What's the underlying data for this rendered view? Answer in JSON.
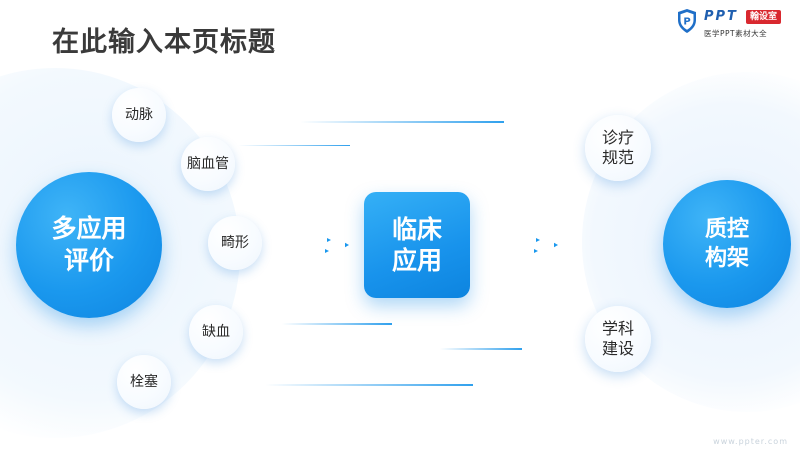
{
  "title": "在此输入本页标题",
  "logo": {
    "brand": "PPT",
    "badge": "翰设室",
    "subtitle": "医学PPT素材大全"
  },
  "watermark": "www.ppter.com",
  "colors": {
    "primary": "#1a98ee",
    "title_text": "#3a3a3a",
    "small_circle_text": "#2a2a2a",
    "badge_red": "#d9282f"
  },
  "diagram": {
    "left_main": {
      "label": "多应用评价"
    },
    "left_items": [
      {
        "label": "动脉"
      },
      {
        "label": "脑血管"
      },
      {
        "label": "畸形"
      },
      {
        "label": "缺血"
      },
      {
        "label": "栓塞"
      }
    ],
    "center": {
      "label": "临床应用"
    },
    "right_main": {
      "label": "质控构架"
    },
    "right_items": [
      {
        "label": "诊疗规范"
      },
      {
        "label": "学科建设"
      }
    ]
  }
}
